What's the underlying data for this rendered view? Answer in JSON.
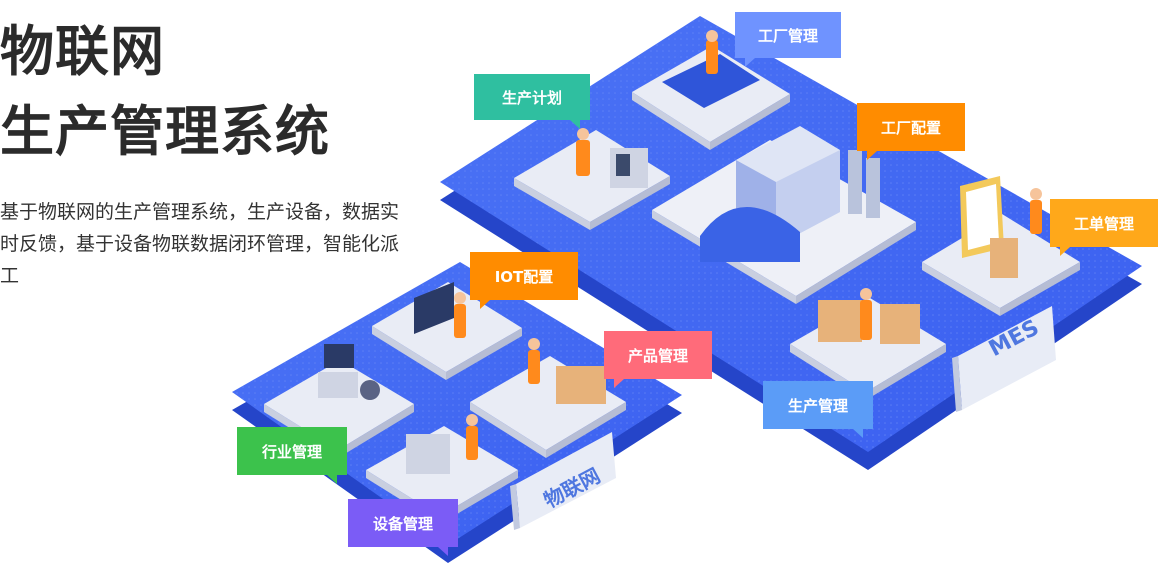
{
  "header": {
    "title_line1": "物联网",
    "title_line2": "生产管理系统",
    "description": "基于物联网的生产管理系统，生产设备，数据实时反馈，基于设备物联数据闭环管理，智能化派工"
  },
  "modules": {
    "factory_mgmt": "工厂管理",
    "production_plan": "生产计划",
    "factory_config": "工厂配置",
    "work_order_mgmt": "工单管理",
    "production_mgmt": "生产管理",
    "iot_config": "IOT配置",
    "product_mgmt": "产品管理",
    "industry_mgmt": "行业管理",
    "equipment_mgmt": "设备管理"
  },
  "platforms": {
    "mes_label": "MES",
    "iot_label": "物联网"
  },
  "colors": {
    "platform_blue": "#3b63f0",
    "platform_dark": "#2545c9",
    "tag_blue": "#6f93ff",
    "tag_teal": "#2fbfa0",
    "tag_orange": "#ff8c00",
    "tag_amber": "#ffa81a",
    "tag_sky": "#5b9cf7",
    "tag_pink": "#ff6b7a",
    "tag_green": "#3cc24c",
    "tag_purple": "#7b5cf6"
  }
}
